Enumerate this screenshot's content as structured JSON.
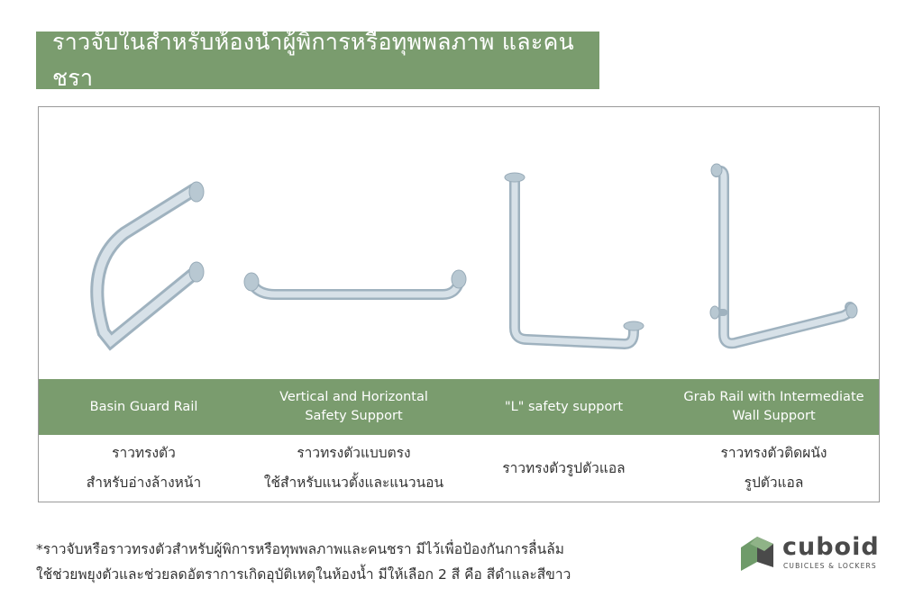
{
  "title": "ราวจับในสำหรับห้องน้ำผู้พิการหรือทุพพลภาพ และคนชรา",
  "products": [
    {
      "en": "Basin Guard Rail",
      "th": "ราวทรงตัว\nสำหรับอ่างล้างหน้า",
      "icon": "basin-guard-rail-image"
    },
    {
      "en": "Vertical and Horizontal\nSafety Support",
      "th": "ราวทรงตัวแบบตรง\nใช้สำหรับแนวตั้งและแนวนอน",
      "icon": "straight-rail-image"
    },
    {
      "en": "\"L\" safety support",
      "th": "ราวทรงตัวรูปตัวแอล",
      "icon": "l-rail-image"
    },
    {
      "en": "Grab Rail with Intermediate\nWall Support",
      "th": "ราวทรงตัวติดผนัง\nรูปตัวแอล",
      "icon": "l-grab-rail-image"
    }
  ],
  "footnote": "*ราวจับหรือราวทรงตัวสำหรับผู้พิการหรือทุพพลภาพและคนชรา มีไว้เพื่อป้องกันการลื่นล้ม\nใช้ช่วยพยุงตัวและช่วยลดอัตราการเกิดอุบัติเหตุในห้องน้ำ มีให้เลือก 2 สี คือ สีดำและสีขาว",
  "logo": {
    "name": "cuboid",
    "tagline": "CUBICLES & LOCKERS"
  },
  "colors": {
    "accent": "#7a9c6e",
    "rail": "#c9d6de",
    "logo_green": "#6f9b6a",
    "logo_dark": "#4a4a4a"
  }
}
